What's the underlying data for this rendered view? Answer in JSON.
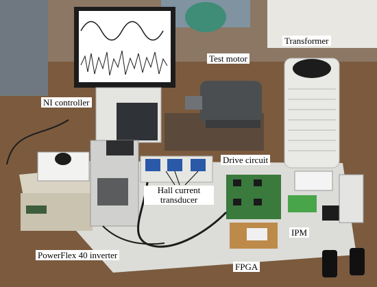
{
  "labels": {
    "test_motor": "Test motor",
    "transformer": "Transformer",
    "ni_controller": "NI controller",
    "drive_circuit": "Drive circuit",
    "hall_line1": "Hall current",
    "hall_line2": "transducer",
    "ipm": "IPM",
    "powerflex": "PowerFlex 40 inverter",
    "fpga": "FPGA"
  },
  "colors": {
    "floor": "#7b5a3e",
    "table": "#d9dad6",
    "pcb": "#3a7a3c",
    "motor": "#4b4e50",
    "screen_bg": "#ffffff",
    "wave": "#1a1a1a"
  }
}
